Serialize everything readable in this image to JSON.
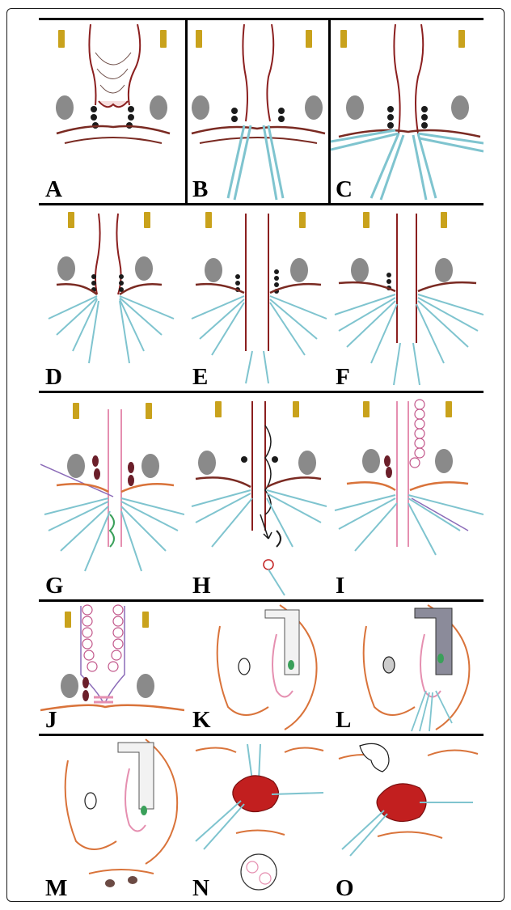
{
  "figure": {
    "panels": [
      {
        "id": "A",
        "label": "A"
      },
      {
        "id": "B",
        "label": "B"
      },
      {
        "id": "C",
        "label": "C"
      },
      {
        "id": "D",
        "label": "D"
      },
      {
        "id": "E",
        "label": "E"
      },
      {
        "id": "F",
        "label": "F"
      },
      {
        "id": "G",
        "label": "G"
      },
      {
        "id": "H",
        "label": "H"
      },
      {
        "id": "I",
        "label": "I"
      },
      {
        "id": "J",
        "label": "J"
      },
      {
        "id": "K",
        "label": "K"
      },
      {
        "id": "L",
        "label": "L"
      },
      {
        "id": "M",
        "label": "M"
      },
      {
        "id": "N",
        "label": "N"
      },
      {
        "id": "O",
        "label": "O"
      }
    ]
  },
  "colors": {
    "tube_red": "#8b1f1f",
    "fold_brown": "#7a2a22",
    "skin_orange": "#d9733a",
    "retractor_blue": "#7fc4cf",
    "bone_gray": "#8a8a8a",
    "gland_black": "#1b1b1b",
    "marker_yellow": "#c9a21c",
    "pink": "#e58fb0",
    "purple": "#8b6bb8",
    "green": "#3aa05a",
    "tissue_red": "#c21f1f"
  }
}
